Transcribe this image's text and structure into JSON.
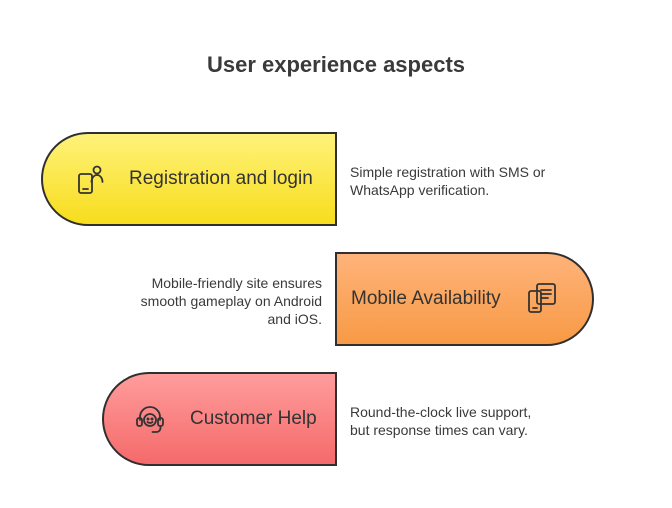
{
  "title": "User experience aspects",
  "items": [
    {
      "label": "Registration and login",
      "description_lines": [
        "Simple registration with SMS or",
        "WhatsApp verification."
      ],
      "icon": "user-phone-icon",
      "color_top": "#fff27a",
      "color_bottom": "#f7dd1c"
    },
    {
      "label": "Mobile Availability",
      "description_lines": [
        "Mobile-friendly site ensures",
        "smooth gameplay on Android",
        "and iOS."
      ],
      "icon": "mobile-devices-icon",
      "color_top": "#ffb37a",
      "color_bottom": "#f79a45"
    },
    {
      "label": "Customer Help",
      "description_lines": [
        "Round-the-clock live support,",
        "but response times can vary."
      ],
      "icon": "headset-support-icon",
      "color_top": "#ff9c9c",
      "color_bottom": "#f56a6a"
    }
  ]
}
